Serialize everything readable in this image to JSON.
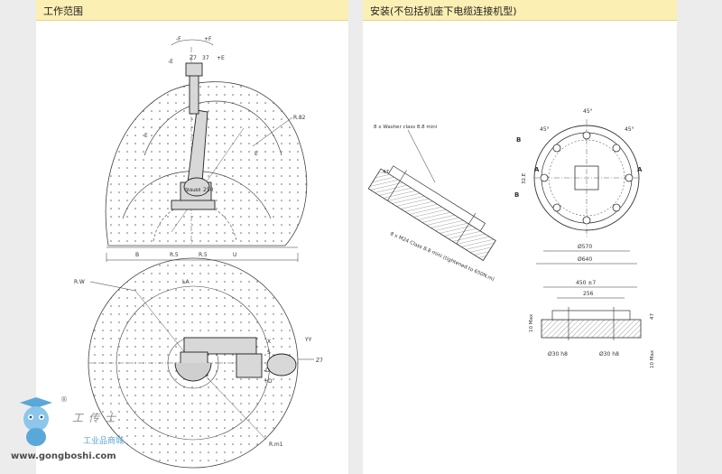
{
  "left_title": "工作范围",
  "right_title": "安装(不包括机座下电缆连接机型)",
  "labels": {
    "top_nF": "-F",
    "top_pF": "+F",
    "top_E1": "-E",
    "top_E2": "+E",
    "top_z": "Z7",
    "top_37": "37",
    "r82": "R.82",
    "d250": "250",
    "e1": "E",
    "e2": "E",
    "b1": "B",
    "r5a": "R.5",
    "r5b": "R.5",
    "u": "U",
    "rw": "R.W",
    "la": "LA",
    "x": "X",
    "s": "S",
    "d1": "-D",
    "d2": "+D",
    "yy": "YY",
    "z27": "Z7",
    "rm1": "R.m1",
    "washer": "8 x Washer class 8.8 mini",
    "bolt": "8 x M24 Class 8.8 mini (tightened to 650N.m)",
    "deg45a": "45°",
    "deg45b": "45°",
    "deg45c": "45°",
    "secA1": "A",
    "secA2": "A",
    "secB1": "B",
    "secB2": "B",
    "d570": "Ø570",
    "d640": "Ø640",
    "d32": "32.E",
    "d4501": "450 ±7",
    "d256": "256",
    "d30a": "Ø30 h8",
    "d30b": "Ø30 h8",
    "max10a": "10 Max",
    "max10b": "10 Max",
    "v47": "47",
    "v47b": "47"
  },
  "watermark": {
    "cn": "工传士",
    "sub": "工业品商城",
    "url": "www.gongboshi.com",
    "reg": "®"
  }
}
